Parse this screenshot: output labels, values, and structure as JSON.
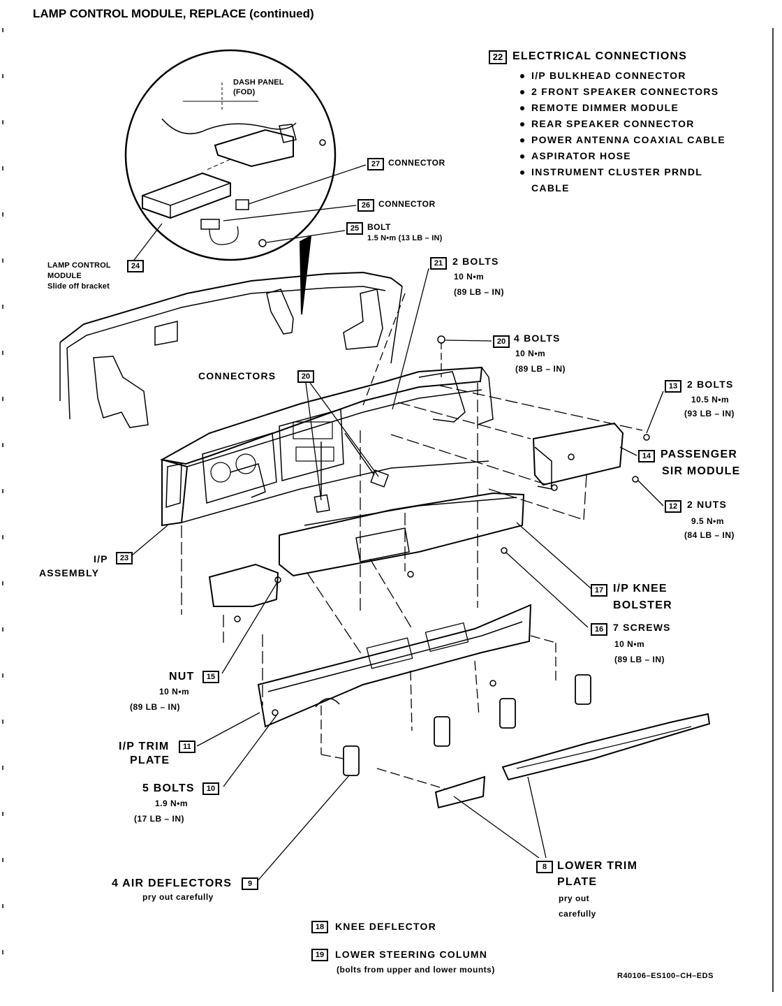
{
  "page_title": "LAMP CONTROL MODULE, REPLACE (continued)",
  "electrical_connections": {
    "number": "22",
    "title": "ELECTRICAL CONNECTIONS",
    "items": [
      "I/P BULKHEAD CONNECTOR",
      "2 FRONT SPEAKER CONNECTORS",
      "REMOTE DIMMER MODULE",
      "REAR SPEAKER CONNECTOR",
      "POWER ANTENNA COAXIAL CABLE",
      "ASPIRATOR HOSE",
      "INSTRUMENT CLUSTER PRNDL",
      "CABLE"
    ]
  },
  "detail": {
    "dash_panel_l1": "DASH PANEL",
    "dash_panel_l2": "(FOD)",
    "c27_num": "27",
    "c27_label": "CONNECTOR",
    "c26_num": "26",
    "c26_label": "CONNECTOR",
    "c25_num": "25",
    "c25_label": "BOLT",
    "c25_torque": "1.5 N•m (13 LB – IN)",
    "lcm_num": "24",
    "lcm_l1": "LAMP CONTROL",
    "lcm_l2": "MODULE",
    "lcm_l3": "Slide off bracket"
  },
  "callouts": {
    "c21": {
      "num": "21",
      "label": "2 BOLTS",
      "t1": "10 N•m",
      "t2": "(89 LB – IN)"
    },
    "c20a": {
      "num": "20",
      "label": "4 BOLTS",
      "t1": "10 N•m",
      "t2": "(89 LB – IN)"
    },
    "c20b": {
      "num": "20",
      "label": "CONNECTORS"
    },
    "c13": {
      "num": "13",
      "label": "2 BOLTS",
      "t1": "10.5 N•m",
      "t2": "(93 LB – IN)"
    },
    "c14": {
      "num": "14",
      "label_l1": "PASSENGER",
      "label_l2": "SIR MODULE"
    },
    "c12": {
      "num": "12",
      "label": "2 NUTS",
      "t1": "9.5 N•m",
      "t2": "(84 LB – IN)"
    },
    "c23": {
      "num": "23",
      "label_l1": "I/P",
      "label_l2": "ASSEMBLY"
    },
    "c17": {
      "num": "17",
      "label_l1": "I/P KNEE",
      "label_l2": "BOLSTER"
    },
    "c16": {
      "num": "16",
      "label": "7 SCREWS",
      "t1": "10 N•m",
      "t2": "(89 LB – IN)"
    },
    "c15": {
      "num": "15",
      "label": "NUT",
      "t1": "10 N•m",
      "t2": "(89 LB – IN)"
    },
    "c11": {
      "num": "11",
      "label_l1": "I/P TRIM",
      "label_l2": "PLATE"
    },
    "c10": {
      "num": "10",
      "label": "5 BOLTS",
      "t1": "1.9 N•m",
      "t2": "(17 LB – IN)"
    },
    "c9": {
      "num": "9",
      "label": "4 AIR DEFLECTORS",
      "note": "pry out carefully"
    },
    "c8": {
      "num": "8",
      "label_l1": "LOWER TRIM",
      "label_l2": "PLATE",
      "note_l1": "pry out",
      "note_l2": "carefully"
    },
    "c18": {
      "num": "18",
      "label": "KNEE DEFLECTOR"
    },
    "c19": {
      "num": "19",
      "label": "LOWER STEERING COLUMN",
      "note": "(bolts from upper and lower mounts)"
    }
  },
  "footer_code": "R40106–ES100–CH–EDS"
}
